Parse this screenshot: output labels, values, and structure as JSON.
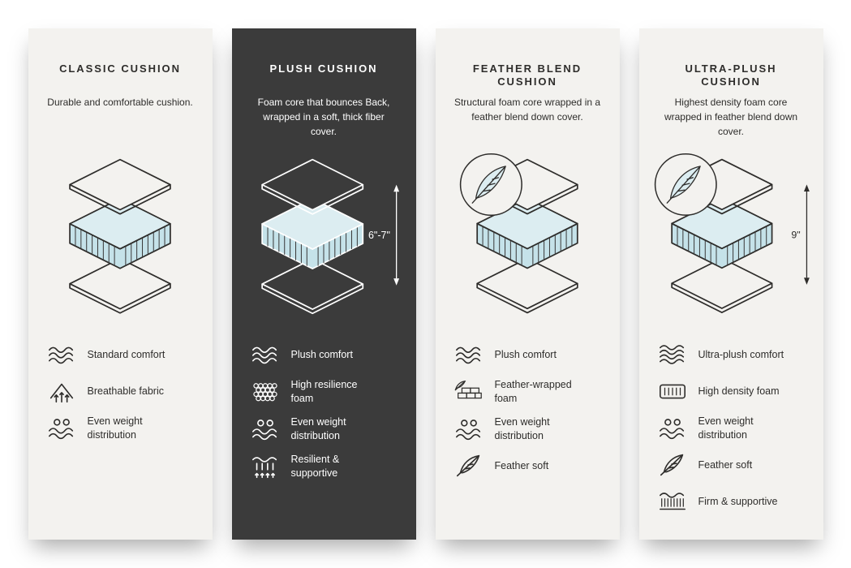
{
  "colors": {
    "card_light_bg": "#f3f2ef",
    "card_dark_bg": "#3b3b3b",
    "ink_dark": "#2e2d2b",
    "ink_light": "#ffffff",
    "cushion_side_fill": "#c5e2e9",
    "cushion_top_fill": "#dcedf1"
  },
  "cards": [
    {
      "title": "CLASSIC CUSHION",
      "description": "Durable and comfortable cushion.",
      "features": [
        {
          "icon": "waves-icon",
          "label": "Standard comfort"
        },
        {
          "icon": "breathable-fabric-icon",
          "label": "Breathable fabric"
        },
        {
          "icon": "even-weight-icon",
          "label": "Even weight distribution"
        }
      ]
    },
    {
      "title": "PLUSH CUSHION",
      "description": "Foam core that bounces Back, wrapped in a soft, thick fiber cover.",
      "height_label": "6\"-7\"",
      "features": [
        {
          "icon": "waves-icon",
          "label": "Plush comfort"
        },
        {
          "icon": "foam-bubbles-icon",
          "label": "High resilience foam"
        },
        {
          "icon": "even-weight-icon",
          "label": "Even weight distribution"
        },
        {
          "icon": "springs-icon",
          "label": "Resilient & supportive"
        }
      ]
    },
    {
      "title": "FEATHER BLEND CUSHION",
      "description": "Structural foam core wrapped in a feather blend down cover.",
      "badge_icon": "feather-icon",
      "features": [
        {
          "icon": "waves-icon",
          "label": "Plush comfort"
        },
        {
          "icon": "feather-wrapped-foam-icon",
          "label": "Feather-wrapped foam"
        },
        {
          "icon": "even-weight-icon",
          "label": "Even weight distribution"
        },
        {
          "icon": "feather-icon",
          "label": "Feather soft"
        }
      ]
    },
    {
      "title": "ULTRA-PLUSH CUSHION",
      "description": "Highest density foam core wrapped in feather blend down cover.",
      "height_label": "9\"",
      "badge_icon": "feather-icon",
      "features": [
        {
          "icon": "waves-icon",
          "label": "Ultra-plush comfort"
        },
        {
          "icon": "high-density-foam-icon",
          "label": "High density foam"
        },
        {
          "icon": "even-weight-icon",
          "label": "Even weight distribution"
        },
        {
          "icon": "feather-icon",
          "label": "Feather soft"
        },
        {
          "icon": "firm-supportive-icon",
          "label": "Firm & supportive"
        }
      ]
    }
  ]
}
